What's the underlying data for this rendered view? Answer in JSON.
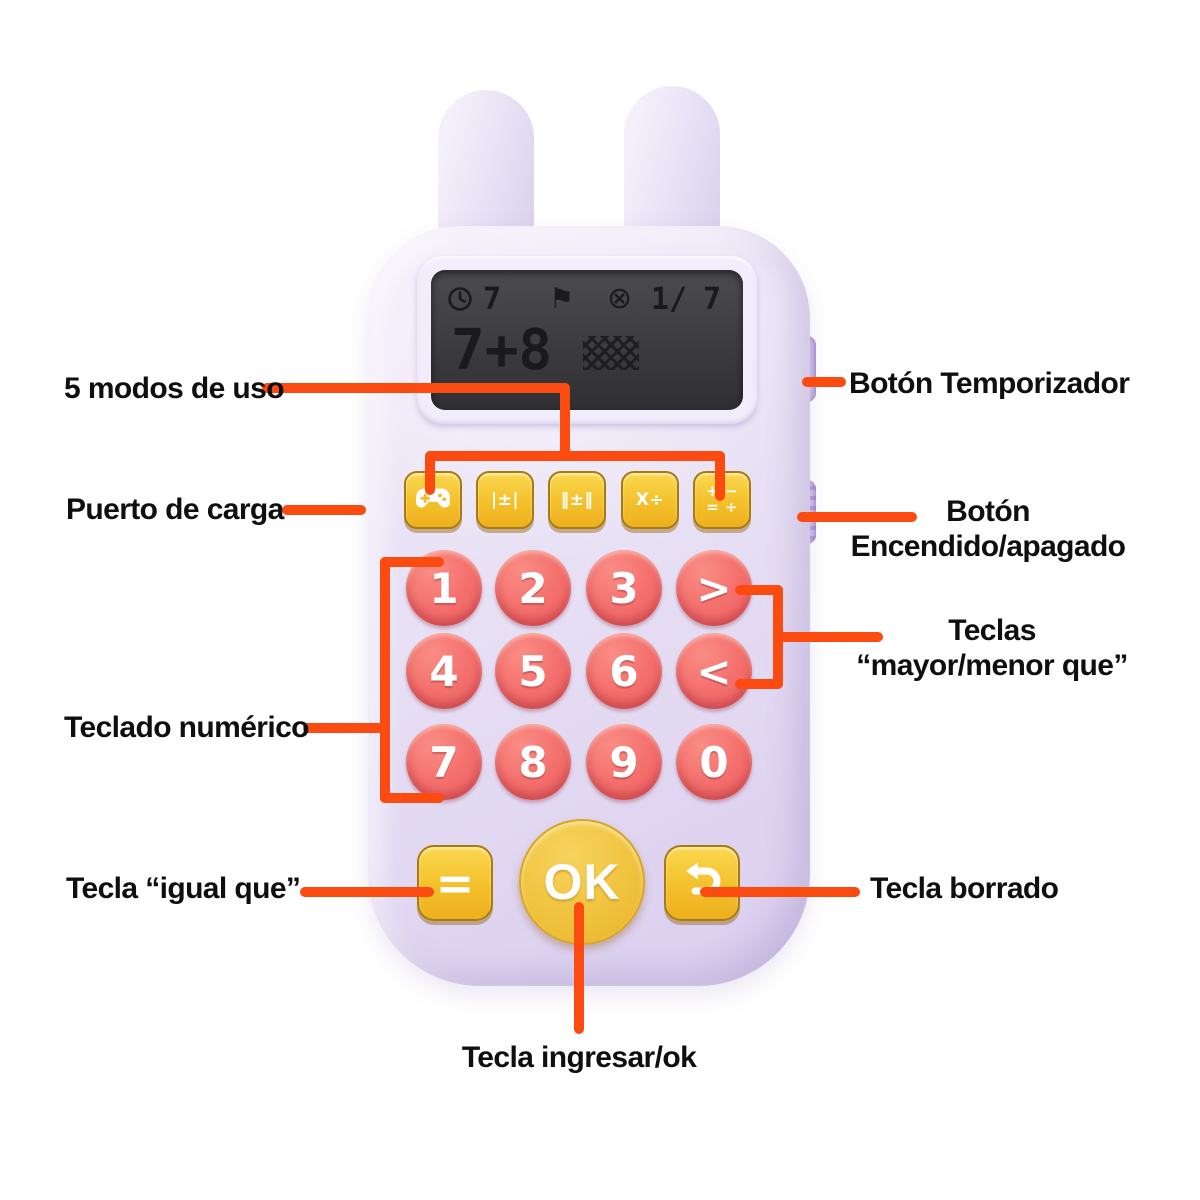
{
  "colors": {
    "accent_orange": "#FB4B10",
    "body_lavender": "#E7E0F4",
    "button_yellow": "#F4C02C",
    "button_pink": "#F4716E",
    "ok_yellow": "#EFC03A",
    "screen_dark": "#3B3B3F",
    "label_black": "#0F0F0F"
  },
  "labels": {
    "modes": "5 modos de uso",
    "charging_port": "Puerto de carga",
    "numeric_keypad": "Teclado numérico",
    "equals_key": "Tecla “igual que”",
    "enter_key": "Tecla ingresar/ok",
    "delete_key": "Tecla borrado",
    "timer_button": "Botón Temporizador",
    "power_button_line1": "Botón",
    "power_button_line2": "Encendido/apagado",
    "compare_keys_line1": "Teclas",
    "compare_keys_line2": "“mayor/menor que”"
  },
  "display": {
    "timer_digit": "7",
    "flag_glyph": "⚑",
    "wrong_glyph": "⊗",
    "round_current": "1/",
    "round_total": "7",
    "expression": "7+8"
  },
  "mode_buttons": [
    {
      "icon": "gamepad-icon"
    },
    {
      "label": "|±|"
    },
    {
      "label": "‖±‖"
    },
    {
      "label": "X÷"
    },
    {
      "label_top": "+ −",
      "label_bottom": "= ÷"
    }
  ],
  "keypad": [
    "1",
    "2",
    "3",
    ">",
    "4",
    "5",
    "6",
    "<",
    "7",
    "8",
    "9",
    "0"
  ],
  "actions": {
    "equals": "=",
    "ok": "OK",
    "clear_icon": "back-arrow-icon"
  }
}
